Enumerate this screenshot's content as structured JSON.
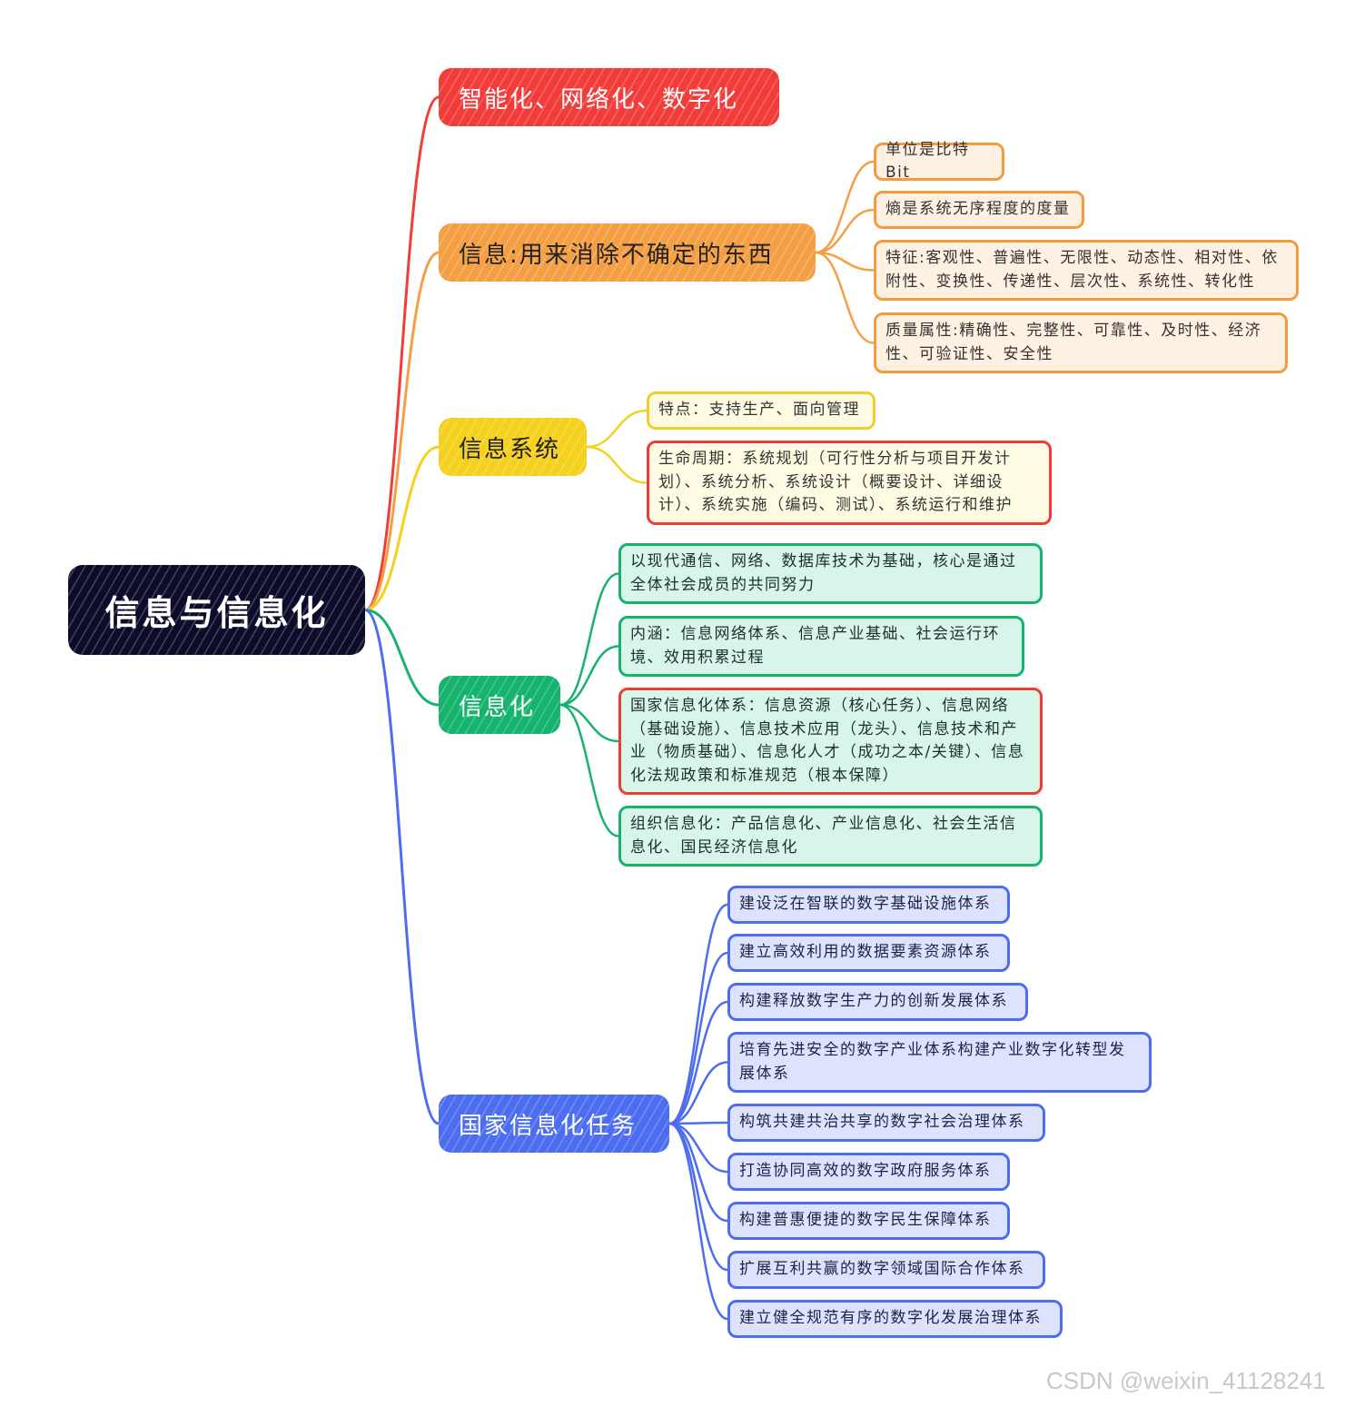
{
  "root": {
    "label": "信息与信息化"
  },
  "branches": [
    {
      "label": "智能化、网络化、数字化",
      "color": "#f23c3a",
      "children": []
    },
    {
      "label": "信息:用来消除不确定的东西",
      "color": "#f59f45",
      "children": [
        {
          "text": "单位是比特Bit"
        },
        {
          "text": "熵是系统无序程度的度量"
        },
        {
          "text": "特征:客观性、普遍性、无限性、动态性、相对性、依附性、变换性、传递性、层次性、系统性、转化性"
        },
        {
          "text": "质量属性:精确性、完整性、可靠性、及时性、经济性、可验证性、安全性"
        }
      ]
    },
    {
      "label": "信息系统",
      "color": "#f4d11f",
      "children": [
        {
          "text": "特点：支持生产、面向管理"
        },
        {
          "text": "生命周期：系统规划（可行性分析与项目开发计划）、系统分析、系统设计（概要设计、详细设计）、系统实施（编码、测试）、系统运行和维护",
          "highlight": true
        }
      ]
    },
    {
      "label": "信息化",
      "color": "#15b36e",
      "children": [
        {
          "text": "以现代通信、网络、数据库技术为基础，核心是通过全体社会成员的共同努力"
        },
        {
          "text": "内涵：信息网络体系、信息产业基础、社会运行环境、效用积累过程"
        },
        {
          "text": "国家信息化体系：信息资源（核心任务）、信息网络（基础设施）、信息技术应用（龙头）、信息技术和产业（物质基础）、信息化人才（成功之本/关键）、信息化法规政策和标准规范（根本保障）",
          "highlight": true
        },
        {
          "text": "组织信息化：产品信息化、产业信息化、社会生活信息化、国民经济信息化"
        }
      ]
    },
    {
      "label": "国家信息化任务",
      "color": "#4d6df0",
      "children": [
        {
          "text": "建设泛在智联的数字基础设施体系"
        },
        {
          "text": "建立高效利用的数据要素资源体系"
        },
        {
          "text": "构建释放数字生产力的创新发展体系"
        },
        {
          "text": "培育先进安全的数字产业体系构建产业数字化转型发展体系"
        },
        {
          "text": "构筑共建共治共享的数字社会治理体系"
        },
        {
          "text": "打造协同高效的数字政府服务体系"
        },
        {
          "text": "构建普惠便捷的数字民生保障体系"
        },
        {
          "text": "扩展互利共赢的数字领域国际合作体系"
        },
        {
          "text": "建立健全规范有序的数字化发展治理体系"
        }
      ]
    }
  ],
  "watermark": "CSDN @weixin_41128241"
}
